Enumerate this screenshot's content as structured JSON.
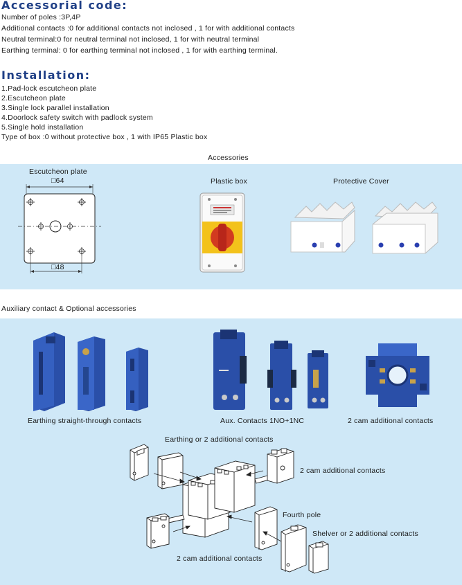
{
  "accessorial": {
    "heading": "Accessorial code:",
    "lines": [
      "Number of poles :3P,4P",
      "Additional contacts :0 for additional contacts not inclosed , 1 for with additional contacts",
      "Neutral terminal:0 for neutral terminal not inclosed, 1 for with neutral terminal",
      "Earthing terminal: 0 for earthing terminal not inclosed , 1 for with earthing terminal."
    ]
  },
  "installation": {
    "heading": "Installation:",
    "lines": [
      "1.Pad-lock escutcheon plate",
      "2.Escutcheon plate",
      "3.Single lock parallel installation",
      "4.Doorlock safety switch with padlock system",
      "5.Single hold installation",
      "Type of box :0 without protective box , 1 with IP65 Plastic box"
    ]
  },
  "accessories": {
    "title": "Accessories",
    "escutcheon_caption": "Escutcheon plate",
    "dim_top": "□64",
    "dim_bottom": "□48",
    "plastic_box_caption": "Plastic box",
    "protective_cover_caption": "Protective Cover"
  },
  "auxiliary": {
    "title": "Auxiliary contact & Optional accessories",
    "earthing_caption": "Earthing straight-through contacts",
    "aux_caption": "Aux. Contacts 1NO+1NC",
    "cam_caption": "2 cam additional contacts"
  },
  "diagram": {
    "label_earthing": "Earthing or 2 additional contacts",
    "label_cam_right": "2 cam additional contacts",
    "label_fourth_pole": "Fourth pole",
    "label_shelver": "Shelver or 2 additional contacts",
    "label_cam_bottom": "2 cam additional contacts"
  },
  "colors": {
    "heading_blue": "#1f3f86",
    "band_blue": "#cfe8f7",
    "contact_blue": "#2a4fa8",
    "knob_red": "#c42a1a",
    "knob_yellow": "#f3c21b"
  }
}
